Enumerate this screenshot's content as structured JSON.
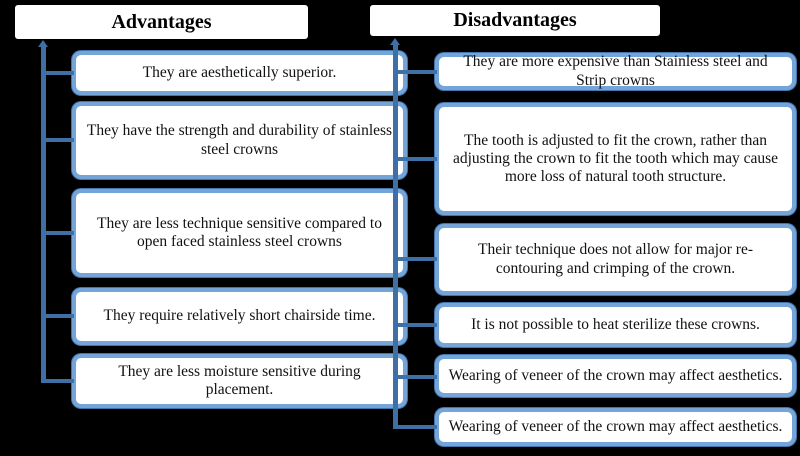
{
  "columns": {
    "advantages": {
      "header": "Advantages",
      "items": [
        "They are aesthetically superior.",
        "They have the strength and  durability of stainless steel crowns",
        "They are less technique sensitive compared to open faced stainless steel crowns",
        "They require relatively short chairside time.",
        "They are less moisture sensitive during placement."
      ]
    },
    "disadvantages": {
      "header": "Disadvantages",
      "items": [
        "They are more expensive than Stainless steel and Strip crowns",
        "The tooth is adjusted to fit the crown, rather than adjusting the crown to fit the tooth which may cause more loss of natural tooth structure.",
        "Their technique does not allow  for major re-contouring and crimping of the crown.",
        "It is not possible to heat sterilize these crowns.",
        "Wearing of  veneer of the crown may affect aesthetics.",
        "Wearing of  veneer of the crown may affect aesthetics."
      ]
    }
  },
  "colors": {
    "background": "#000000",
    "box_fill": "#ffffff",
    "box_border": "#74a4d8",
    "box_border_outer": "#4076ad",
    "connector": "#3e6fa5",
    "header_border": "#000000",
    "text": "#111111"
  }
}
